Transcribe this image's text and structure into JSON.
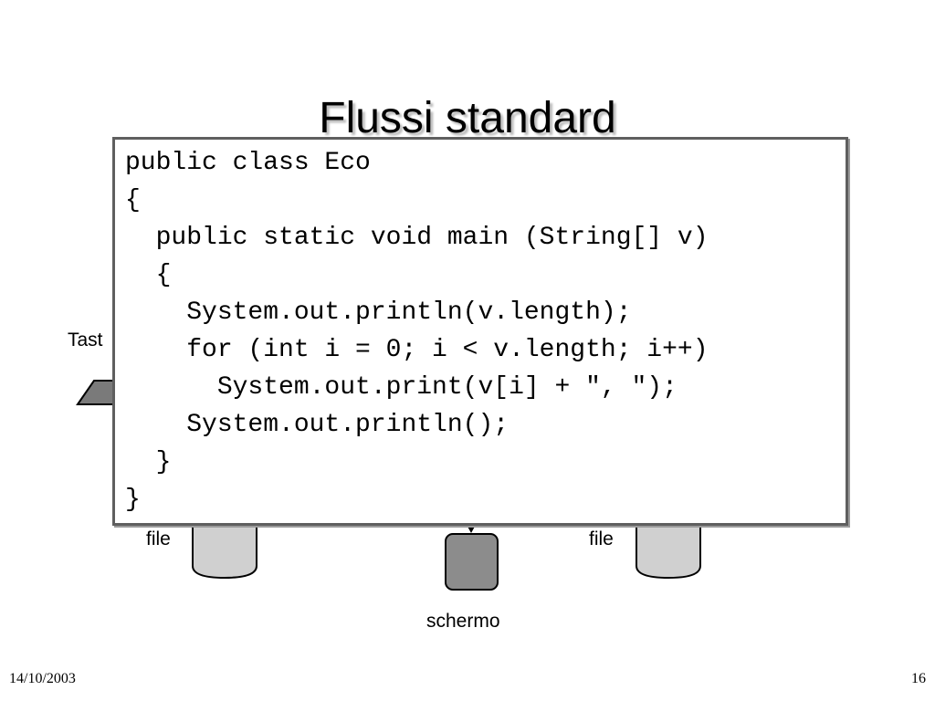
{
  "slide": {
    "title": "Flussi standard",
    "code_lines": [
      "public class Eco",
      "{",
      "  public static void main (String[] v)",
      "  {",
      "    System.out.println(v.length);",
      "    for (int i = 0; i < v.length; i++)",
      "      System.out.print(v[i] + \", \");",
      "    System.out.println();",
      "  }",
      "}"
    ],
    "diagram_labels": {
      "keyboard_partial": "Tast",
      "file_left": "file",
      "file_right": "file",
      "screen": "schermo"
    }
  },
  "footer": {
    "date": "14/10/2003",
    "page_number": "16"
  },
  "colors": {
    "box_border": "#5f5f5f",
    "dark_fill": "#7a7a7a",
    "light_fill": "#d0d0d0",
    "screen_fill": "#8c8c8c"
  }
}
